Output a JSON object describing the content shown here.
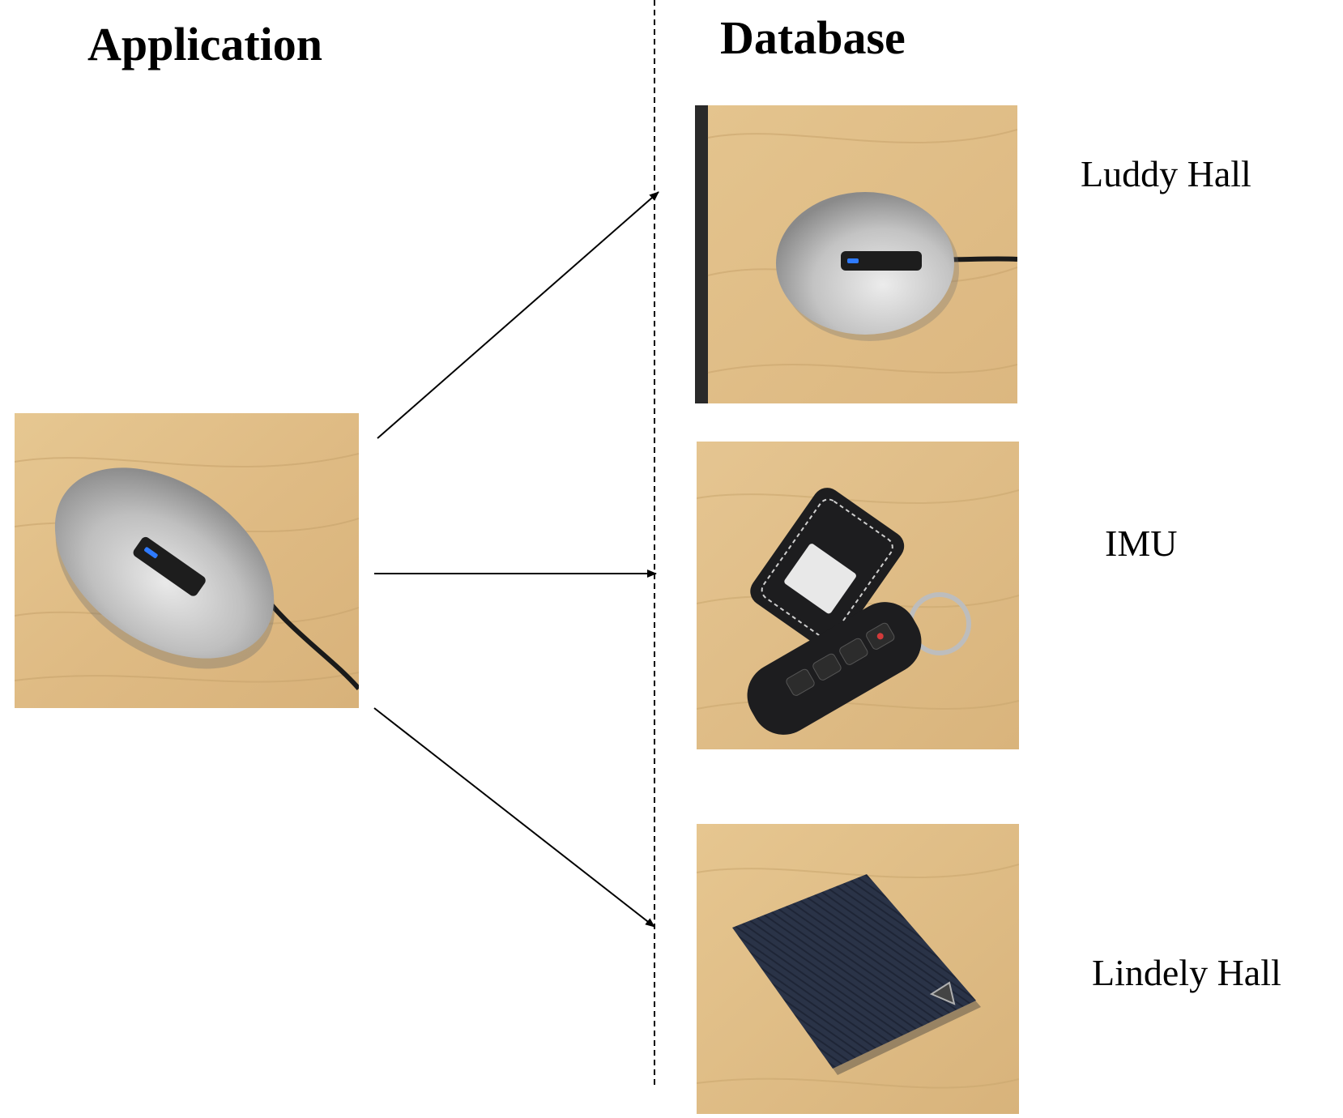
{
  "headings": {
    "application": "Application",
    "database": "Database"
  },
  "database_items": [
    {
      "label": "Luddy Hall",
      "object": "computer-mouse"
    },
    {
      "label": "IMU",
      "object": "car-key-fob"
    },
    {
      "label": "Lindely Hall",
      "object": "wallet"
    }
  ],
  "query_object": "computer-mouse",
  "colors": {
    "wood": "#e2c08c",
    "mouse_silver": "#bdbdbd",
    "key_black": "#1d1d1f",
    "wallet_navy": "#2a3347",
    "line": "#000000"
  }
}
